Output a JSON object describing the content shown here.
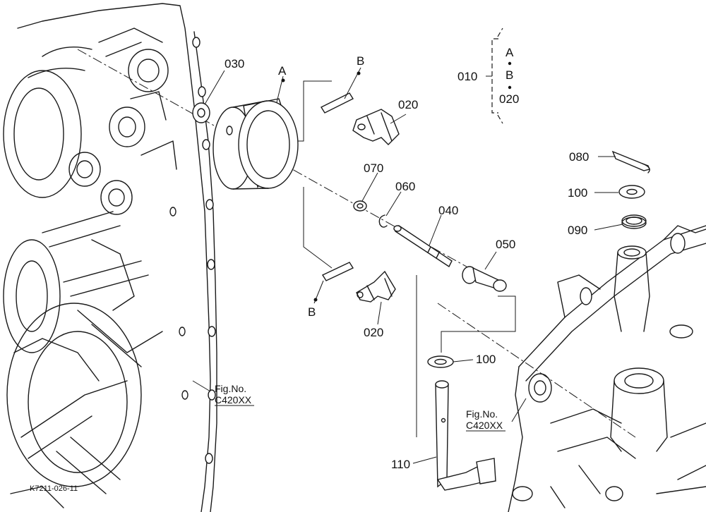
{
  "diagram": {
    "code": "K7211-026-11",
    "labels": {
      "p030": "030",
      "pA": "A",
      "pB_top": "B",
      "p020_top": "020",
      "p010": "010",
      "kit_a": "A",
      "kit_b": "B",
      "kit_020": "020",
      "p080": "080",
      "p100_top": "100",
      "p090": "090",
      "p070": "070",
      "p060": "060",
      "p040": "040",
      "p050": "050",
      "pB_bottom": "B",
      "p020_bottom": "020",
      "p100_mid": "100",
      "p110": "110"
    },
    "fig_refs": [
      {
        "line1": "Fig.No.",
        "line2": "C420XX"
      },
      {
        "line1": "Fig.No.",
        "line2": "C420XX"
      }
    ]
  }
}
